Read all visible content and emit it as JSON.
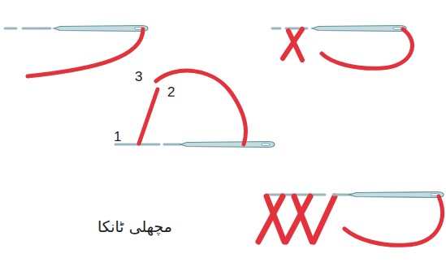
{
  "diagram": {
    "caption": "مچھلی ٹانکا",
    "labels": [
      "3",
      "2",
      "1"
    ]
  }
}
